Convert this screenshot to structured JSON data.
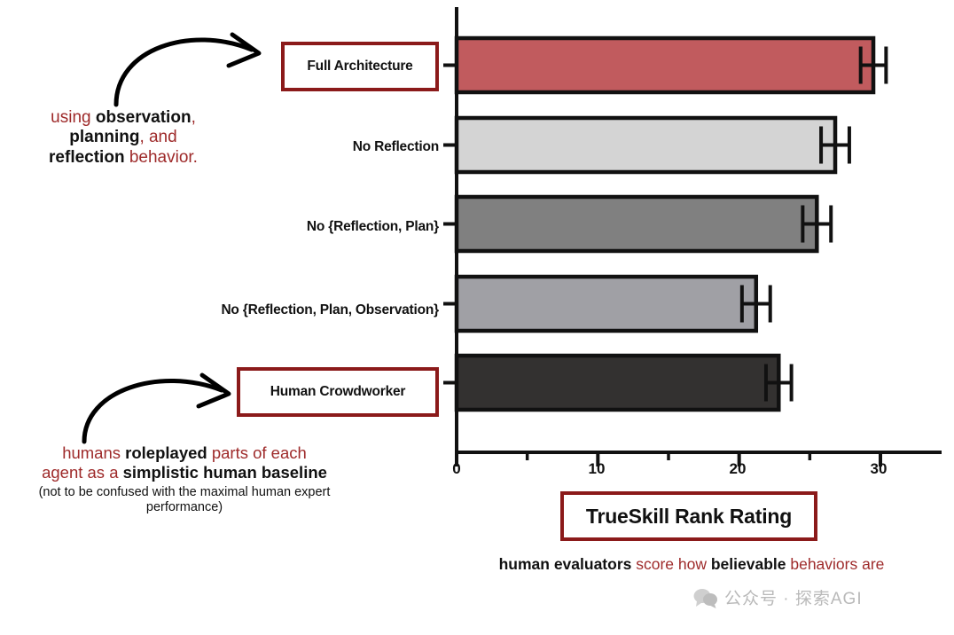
{
  "chart_data": {
    "type": "bar",
    "orientation": "horizontal",
    "title": "TrueSkill Rank Rating",
    "xlabel": "TrueSkill Rank Rating",
    "ylabel": "",
    "xlim": [
      0,
      33
    ],
    "xticks": [
      0,
      10,
      20,
      30
    ],
    "xticklabels": [
      "0",
      "10",
      "20",
      "30"
    ],
    "minor_xticks": [
      5,
      15,
      25
    ],
    "grid": false,
    "legend": null,
    "categories": [
      "Full Architecture",
      "No Reflection",
      "No {Reflection, Plan}",
      "No {Reflection, Plan, Observation}",
      "Human Crowdworker"
    ],
    "values": [
      29.5,
      26.8,
      25.5,
      21.2,
      22.8
    ],
    "errors": [
      0.9,
      1.0,
      1.0,
      1.0,
      0.9
    ],
    "bar_colors": [
      "#c15b5e",
      "#d4d4d4",
      "#808080",
      "#a0a0a5",
      "#333130"
    ]
  },
  "axis": {
    "title": "TrueSkill Rank Rating",
    "caption_part1": "human evaluators ",
    "caption_part2": "score how ",
    "caption_part3": "believable",
    "caption_part4": " behaviors are",
    "tick_0": "0",
    "tick_10": "10",
    "tick_20": "20",
    "tick_30": "30"
  },
  "categories": [
    {
      "label": "Full Architecture",
      "boxed": true
    },
    {
      "label": "No Reflection",
      "boxed": false
    },
    {
      "label": "No {Reflection, Plan}",
      "boxed": false
    },
    {
      "label": "No {Reflection, Plan, Observation}",
      "boxed": false
    },
    {
      "label": "Human Crowdworker",
      "boxed": true
    }
  ],
  "annotations": {
    "top": {
      "line1_a": "using ",
      "line1_b": "observation",
      "line1_c": ",",
      "line2_a": "planning",
      "line2_b": ", and",
      "line3_a": "reflection",
      "line3_b": " behavior."
    },
    "bottom": {
      "line1_a": "humans ",
      "line1_b": "roleplayed",
      "line1_c": " parts of each",
      "line2_a": "agent as a ",
      "line2_b": "simplistic human baseline",
      "paren": "(not to be confused with the maximal human expert performance)"
    }
  },
  "watermark": {
    "text": "公众号 · 探索AGI"
  },
  "colors": {
    "accent_red": "#9e2a2a",
    "box_border": "#8b1a1a",
    "bar_red": "#c15b5e",
    "bar_light": "#d4d4d4",
    "bar_mid": "#808080",
    "bar_midlight": "#a0a0a5",
    "bar_dark": "#333130"
  }
}
